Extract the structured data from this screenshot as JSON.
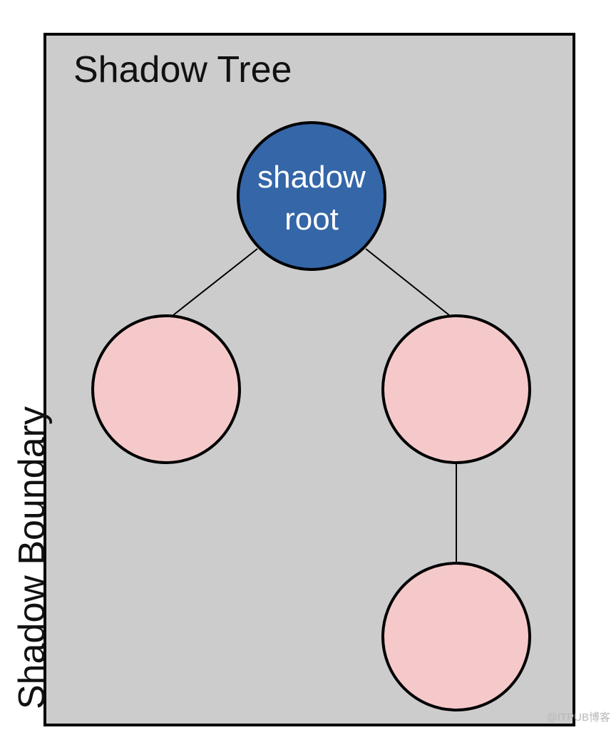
{
  "diagram": {
    "title": "Shadow Tree",
    "boundary_label": "Shadow Boundary",
    "root_node": {
      "line1": "shadow",
      "line2": "root"
    },
    "colors": {
      "background": "#cccccc",
      "root_fill": "#3466a8",
      "node_fill": "#f5c9ca",
      "stroke": "#000000"
    }
  },
  "watermark": "@ITPUB博客"
}
